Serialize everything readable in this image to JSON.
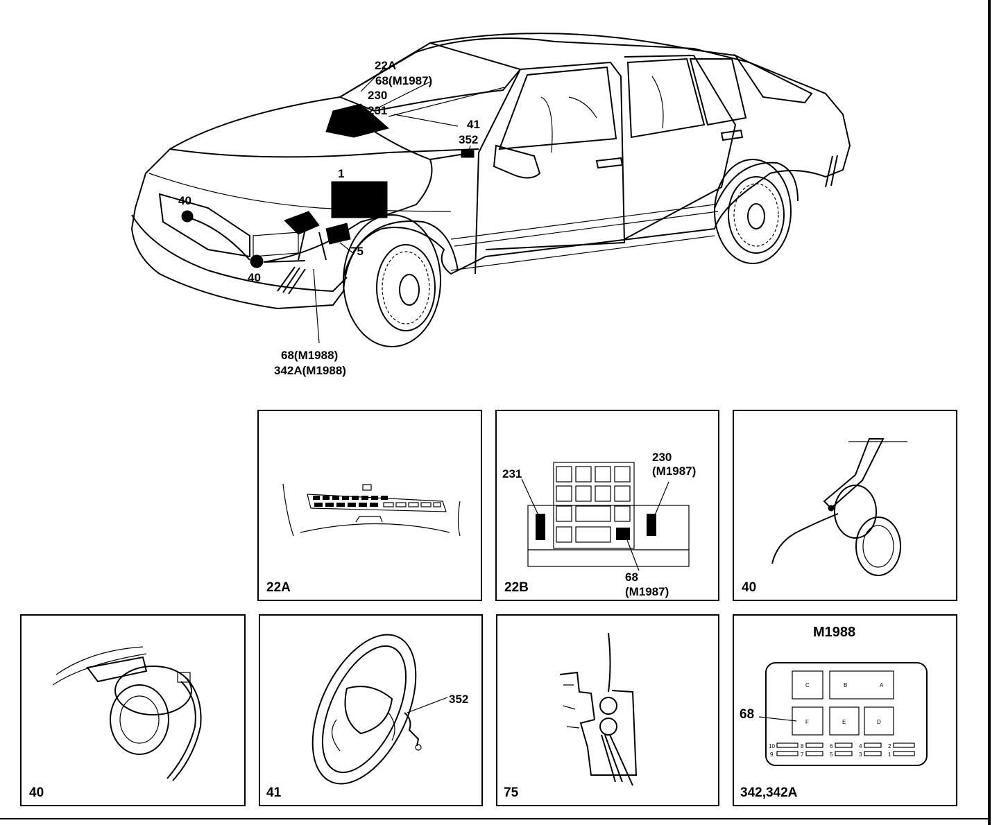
{
  "main_callouts": {
    "c22a": "22A",
    "c68_m1987": "68(M1987)",
    "c230": "230",
    "c231": "231",
    "c41": "41",
    "c352": "352",
    "c1": "1",
    "c40_top": "40",
    "c40_bottom": "40",
    "c75": "75",
    "c68_m1988": "68(M1988)",
    "c342a_m1988": "342A(M1988)"
  },
  "panels": {
    "p22a": {
      "caption": "22A"
    },
    "p22b": {
      "caption": "22B",
      "label_231": "231",
      "label_230": "230",
      "label_230_sub": "(M1987)",
      "label_68": "68",
      "label_68_sub": "(M1987)"
    },
    "p40a": {
      "caption": "40"
    },
    "p40b": {
      "caption": "40"
    },
    "p41": {
      "caption": "41",
      "label_352": "352"
    },
    "p75": {
      "caption": "75"
    },
    "p342": {
      "caption": "342,342A",
      "title": "M1988",
      "label_68": "68",
      "relays_top": [
        "C",
        "B",
        "A"
      ],
      "relays_bottom": [
        "F",
        "E",
        "D"
      ],
      "fuses_left_top": [
        "10",
        "8",
        "6",
        "4",
        "2"
      ],
      "fuses_left_bottom": [
        "9",
        "7",
        "5",
        "3",
        "1"
      ]
    }
  }
}
